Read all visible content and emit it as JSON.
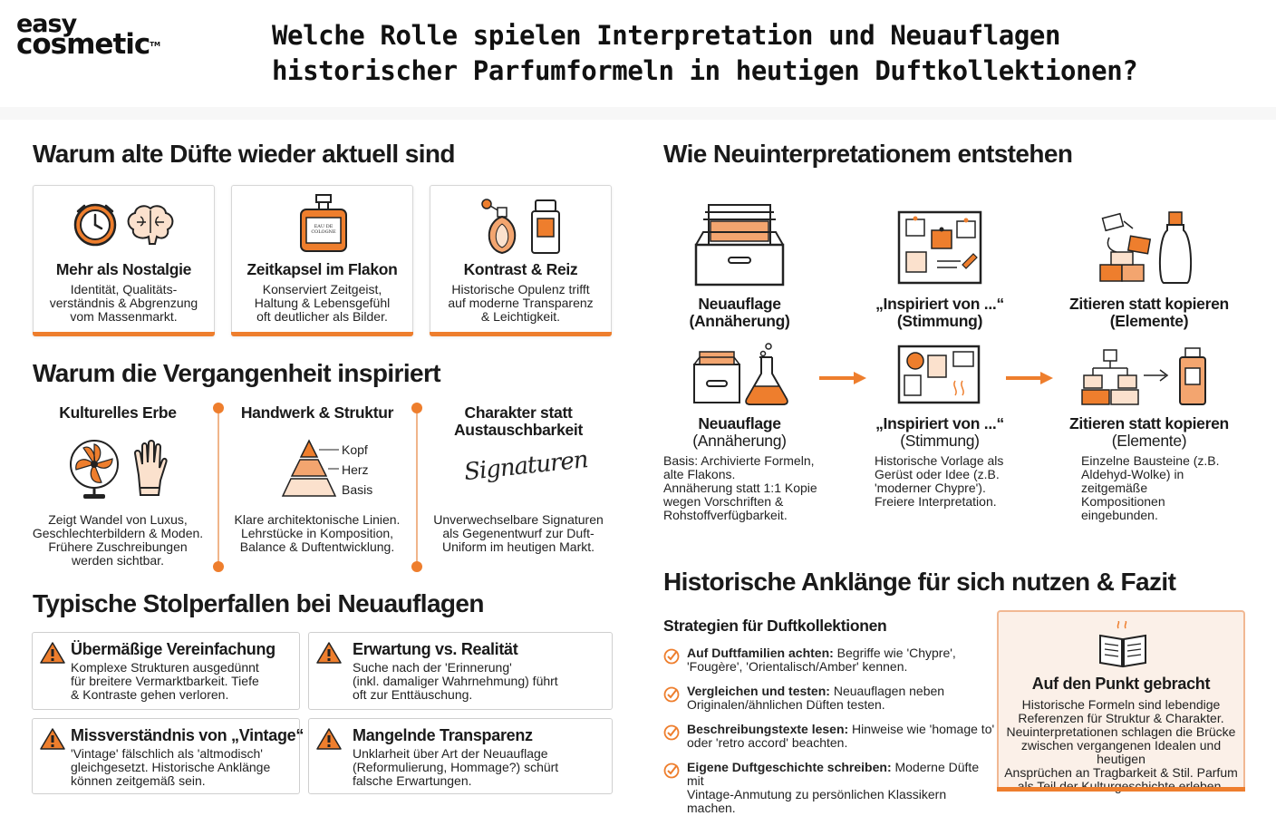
{
  "logo": {
    "line1": "easy",
    "line2": "cosmetic",
    "tm": "TM"
  },
  "title": "Welche Rolle spielen Interpretation und Neuauflagen historischer Parfumformeln in heutigen Duftkollektionen?",
  "section_why_old": {
    "heading": "Warum alte Düfte wieder aktuell sind",
    "cards": [
      {
        "title": "Mehr als Nostalgie",
        "text": "Identität, Qualitäts-\nverständnis & Abgrenzung\nvom Massenmarkt."
      },
      {
        "title": "Zeitkapsel im Flakon",
        "text": "Konserviert Zeitgeist,\nHaltung & Lebensgefühl\noft deutlicher als Bilder."
      },
      {
        "title": "Kontrast & Reiz",
        "text": "Historische Opulenz trifft\nauf moderne Transparenz\n& Leichtigkeit."
      }
    ],
    "flacon_label": "EAU DE\nCOLOGNE"
  },
  "section_past": {
    "heading": "Warum die Vergangenheit inspiriert",
    "columns": [
      {
        "title": "Kulturelles Erbe",
        "text": "Zeigt Wandel von Luxus,\nGeschlechterbildern & Moden.\nFrühere Zuschreibungen\nwerden sichtbar."
      },
      {
        "title": "Handwerk & Struktur",
        "text": "Klare architektonische Linien.\nLehrstücke in Komposition,\nBalance & Duftentwicklung."
      },
      {
        "title": "Charakter statt\nAustauschbarkeit",
        "text": "Unverwechselbare Signaturen\nals Gegenentwurf zur Duft-\nUniform im heutigen Markt."
      }
    ],
    "pyramid": {
      "top": "Kopf",
      "middle": "Herz",
      "bottom": "Basis"
    },
    "signature_word": "Signaturen"
  },
  "section_pitfalls": {
    "heading": "Typische Stolperfallen bei Neuauflagen",
    "items": [
      {
        "title": "Übermäßige Vereinfachung",
        "text": "Komplexe Strukturen ausgedünnt\nfür breitere Vermarktbarkeit. Tiefe\n& Kontraste gehen verloren."
      },
      {
        "title": "Erwartung vs. Realität",
        "text": "Suche nach der 'Erinnerung'\n(inkl. damaliger Wahrnehmung) führt\noft zur Enttäuschung."
      },
      {
        "title": "Missverständnis von „Vintage“",
        "text": "'Vintage' fälschlich als 'altmodisch'\ngleichgesetzt. Historische Anklänge\nkönnen zeitgemäß sein."
      },
      {
        "title": "Mangelnde Transparenz",
        "text": "Unklarheit über Art der Neuauflage\n(Reformulierung, Hommage?) schürt\nfalsche Erwartungen."
      }
    ]
  },
  "section_how": {
    "heading": "Wie Neuinterpretationem entstehen",
    "top_labels": [
      {
        "line1": "Neuauflage",
        "line2": "(Annäherung)"
      },
      {
        "line1": "„Inspiriert von ...“",
        "line2": "(Stimmung)"
      },
      {
        "line1": "Zitieren statt kopieren",
        "line2": "(Elemente)"
      }
    ],
    "bottom_labels": [
      {
        "line1": "Neuauflage",
        "line2": "(Annäherung)",
        "text": "Basis: Archivierte Formeln,\nalte Flakons.\nAnnäherung statt 1:1 Kopie\nwegen Vorschriften &\nRohstoffverfügbarkeit."
      },
      {
        "line1": "„Inspiriert von ...“",
        "line2": "(Stimmung)",
        "text": "Historische Vorlage als\nGerüst oder Idee (z.B.\n'moderner Chypre').\nFreiere Interpretation."
      },
      {
        "line1": "Zitieren statt kopieren",
        "line2": "(Elemente)",
        "text": "Einzelne Bausteine (z.B.\nAldehyd-Wolke) in\nzeitgemäße\nKompositionen\neingebunden."
      }
    ]
  },
  "section_fazit": {
    "heading": "Historische Anklänge für sich nutzen & Fazit",
    "strategies_heading": "Strategien für Duftkollektionen",
    "strategies": [
      {
        "bold": "Auf Duftfamilien achten:",
        "line1_rest": " Begriffe wie 'Chypre',",
        "line2": "'Fougère', 'Orientalisch/Amber' kennen."
      },
      {
        "bold": "Vergleichen und testen:",
        "line1_rest": " Neuauflagen neben",
        "line2": "Originalen/ähnlichen Düften testen."
      },
      {
        "bold": "Beschreibungstexte lesen:",
        "line1_rest": " Hinweise wie 'homage to'",
        "line2": "oder 'retro accord' beachten."
      },
      {
        "bold": "Eigene Duftgeschichte schreiben:",
        "line1_rest": " Moderne Düfte mit",
        "line2": "Vintage-Anmutung zu persönlichen Klassikern machen."
      }
    ],
    "fazit_title": "Auf den Punkt gebracht",
    "fazit_text": "Historische Formeln sind lebendige\nReferenzen für Struktur & Charakter.\nNeuinterpretationen schlagen die Brücke\nzwischen vergangenen Idealen und heutigen\nAnsprüchen an Tragbarkeit & Stil. Parfum\nals Teil der Kulturgeschichte erleben."
  },
  "colors": {
    "accent": "#ee7e2d",
    "accent_light": "#fbf0e8",
    "text": "#1d1d1d"
  },
  "icons": [
    "clock-icon",
    "brain-icon",
    "flacon-icon",
    "perfume-bottles-icon",
    "fan-icon",
    "glove-icon",
    "pyramid-icon",
    "signature-icon",
    "warning-icon",
    "archive-box-icon",
    "moodboard-icon",
    "building-blocks-icon",
    "flask-icon",
    "arrow-right-icon",
    "check-circle-icon",
    "book-icon"
  ]
}
